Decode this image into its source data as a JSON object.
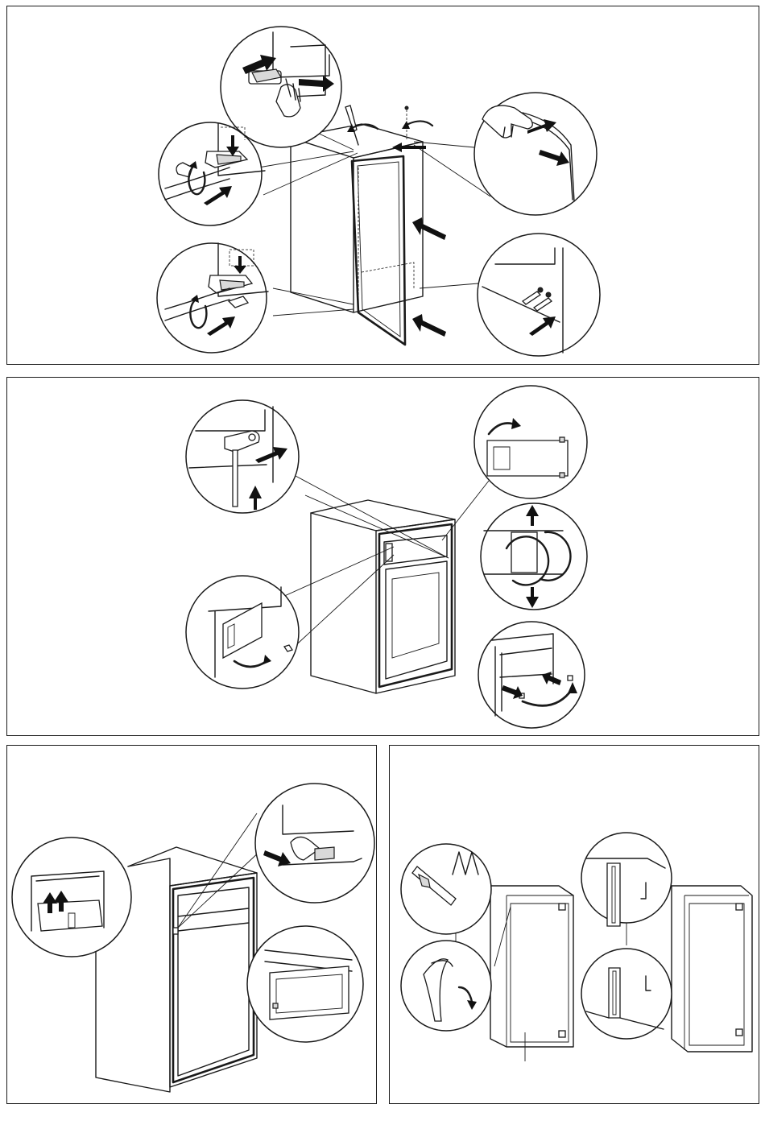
{
  "figure": {
    "panels": [
      {
        "id": 1,
        "name": "door-hinge-reversal"
      },
      {
        "id": 2,
        "name": "freezer-flap-reversal"
      },
      {
        "id": 3,
        "name": "freezer-flap-hinge-fitting"
      },
      {
        "id": 4,
        "name": "door-seal-check"
      }
    ],
    "colors": {
      "line": "#1a1a1a",
      "background": "#ffffff",
      "shade": "#d9d9d9"
    },
    "icons": [
      "arrow-icon",
      "rotate-arrow-icon",
      "screw-icon",
      "screwdriver-icon",
      "hand-icon"
    ]
  }
}
